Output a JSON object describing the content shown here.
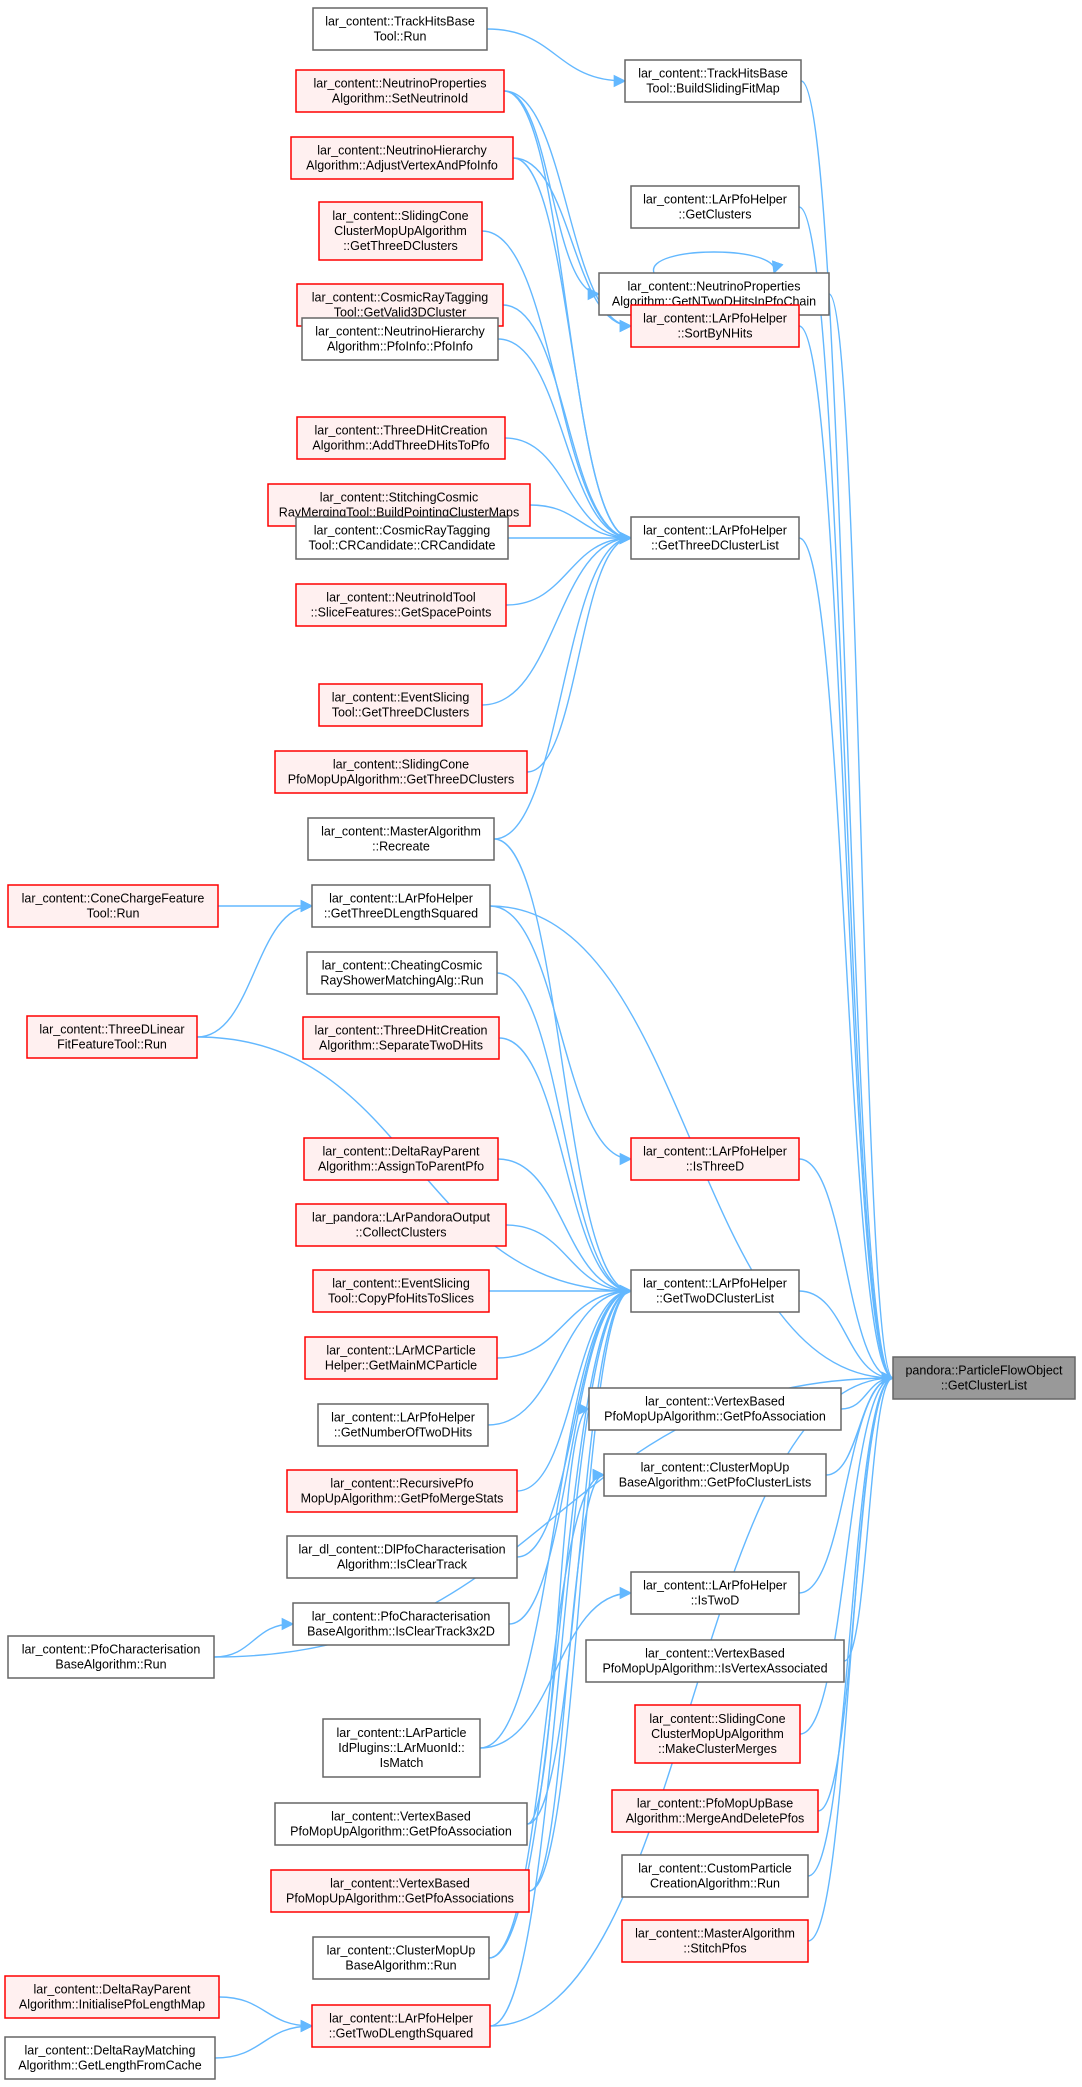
{
  "graph": {
    "colors": {
      "edge": "#63b8ff",
      "node_plain_border": "#666666",
      "node_plain_fill": "#ffffff",
      "node_red_border": "#ff0000",
      "node_red_fill": "#fff0f0",
      "node_target_fill": "#999999",
      "node_target_border": "#666666"
    },
    "nodes": {
      "n_trackhits_run": {
        "lines": [
          "lar_content::TrackHitsBase",
          "Tool::Run"
        ],
        "style": "plain"
      },
      "n_trackhits_bsfm": {
        "lines": [
          "lar_content::TrackHitsBase",
          "Tool::BuildSlidingFitMap"
        ],
        "style": "plain"
      },
      "n_np_setnu": {
        "lines": [
          "lar_content::NeutrinoProperties",
          "Algorithm::SetNeutrinoId"
        ],
        "style": "red"
      },
      "n_nh_adjust": {
        "lines": [
          "lar_content::NeutrinoHierarchy",
          "Algorithm::AdjustVertexAndPfoInfo"
        ],
        "style": "red"
      },
      "n_lapfo_getclusters": {
        "lines": [
          "lar_content::LArPfoHelper",
          "::GetClusters"
        ],
        "style": "plain"
      },
      "n_np_getntwod": {
        "lines": [
          "lar_content::NeutrinoProperties",
          "Algorithm::GetNTwoDHitsInPfoChain"
        ],
        "style": "plain"
      },
      "n_scmu_get3d": {
        "lines": [
          "lar_content::SlidingCone",
          "ClusterMopUpAlgorithm",
          "::GetThreeDClusters"
        ],
        "style": "red"
      },
      "n_lapfo_sortbynhits": {
        "lines": [
          "lar_content::LArPfoHelper",
          "::SortByNHits"
        ],
        "style": "red"
      },
      "n_crt_getvalid": {
        "lines": [
          "lar_content::CosmicRayTagging",
          "Tool::GetValid3DCluster"
        ],
        "style": "red"
      },
      "n_nh_pfoinfo": {
        "lines": [
          "lar_content::NeutrinoHierarchy",
          "Algorithm::PfoInfo::PfoInfo"
        ],
        "style": "plain"
      },
      "n_3dhit_addthree": {
        "lines": [
          "lar_content::ThreeDHitCreation",
          "Algorithm::AddThreeDHitsToPfo"
        ],
        "style": "red"
      },
      "n_stitch_build": {
        "lines": [
          "lar_content::StitchingCosmic",
          "RayMergingTool::BuildPointingClusterMaps"
        ],
        "style": "red"
      },
      "n_lapfo_get3dlist": {
        "lines": [
          "lar_content::LArPfoHelper",
          "::GetThreeDClusterList"
        ],
        "style": "plain"
      },
      "n_crt_crcand": {
        "lines": [
          "lar_content::CosmicRayTagging",
          "Tool::CRCandidate::CRCandidate"
        ],
        "style": "plain"
      },
      "n_nuid_slice": {
        "lines": [
          "lar_content::NeutrinoIdTool",
          "::SliceFeatures::GetSpacePoints"
        ],
        "style": "red"
      },
      "n_evslice_get3d": {
        "lines": [
          "lar_content::EventSlicing",
          "Tool::GetThreeDClusters"
        ],
        "style": "red"
      },
      "n_scpfo_get3d": {
        "lines": [
          "lar_content::SlidingCone",
          "PfoMopUpAlgorithm::GetThreeDClusters"
        ],
        "style": "red"
      },
      "n_master_recreate": {
        "lines": [
          "lar_content::MasterAlgorithm",
          "::Recreate"
        ],
        "style": "plain"
      },
      "n_conecharge_run": {
        "lines": [
          "lar_content::ConeChargeFeature",
          "Tool::Run"
        ],
        "style": "red"
      },
      "n_lapfo_get3dlen": {
        "lines": [
          "lar_content::LArPfoHelper",
          "::GetThreeDLengthSquared"
        ],
        "style": "plain"
      },
      "n_cheating_run": {
        "lines": [
          "lar_content::CheatingCosmic",
          "RayShowerMatchingAlg::Run"
        ],
        "style": "plain"
      },
      "n_3dlinear_run": {
        "lines": [
          "lar_content::ThreeDLinear",
          "FitFeatureTool::Run"
        ],
        "style": "red"
      },
      "n_3dhit_separate": {
        "lines": [
          "lar_content::ThreeDHitCreation",
          "Algorithm::SeparateTwoDHits"
        ],
        "style": "red"
      },
      "n_lapfo_isthreed": {
        "lines": [
          "lar_content::LArPfoHelper",
          "::IsThreeD"
        ],
        "style": "red"
      },
      "n_deltaparent_assign": {
        "lines": [
          "lar_content::DeltaRayParent",
          "Algorithm::AssignToParentPfo"
        ],
        "style": "red"
      },
      "n_lpo_collect": {
        "lines": [
          "lar_pandora::LArPandoraOutput",
          "::CollectClusters"
        ],
        "style": "red"
      },
      "n_lapfo_get2dlist": {
        "lines": [
          "lar_content::LArPfoHelper",
          "::GetTwoDClusterList"
        ],
        "style": "plain"
      },
      "n_evslice_copy": {
        "lines": [
          "lar_content::EventSlicing",
          "Tool::CopyPfoHitsToSlices"
        ],
        "style": "red"
      },
      "n_target": {
        "lines": [
          "pandora::ParticleFlowObject",
          "::GetClusterList"
        ],
        "style": "target"
      },
      "n_lamc_getmain": {
        "lines": [
          "lar_content::LArMCParticle",
          "Helper::GetMainMCParticle"
        ],
        "style": "red"
      },
      "n_vbpfo_getassoc_r": {
        "lines": [
          "lar_content::VertexBased",
          "PfoMopUpAlgorithm::GetPfoAssociation"
        ],
        "style": "plain"
      },
      "n_lapfo_getnum2d": {
        "lines": [
          "lar_content::LArPfoHelper",
          "::GetNumberOfTwoDHits"
        ],
        "style": "plain"
      },
      "n_cmub_getlists": {
        "lines": [
          "lar_content::ClusterMopUp",
          "BaseAlgorithm::GetPfoClusterLists"
        ],
        "style": "plain"
      },
      "n_recursive_stats": {
        "lines": [
          "lar_content::RecursivePfo",
          "MopUpAlgorithm::GetPfoMergeStats"
        ],
        "style": "red"
      },
      "n_dlpfo_isclear": {
        "lines": [
          "lar_dl_content::DlPfoCharacterisation",
          "Algorithm::IsClearTrack"
        ],
        "style": "plain"
      },
      "n_lapfo_istwod": {
        "lines": [
          "lar_content::LArPfoHelper",
          "::IsTwoD"
        ],
        "style": "plain"
      },
      "n_pfochar_isclear3x2": {
        "lines": [
          "lar_content::PfoCharacterisation",
          "BaseAlgorithm::IsClearTrack3x2D"
        ],
        "style": "plain"
      },
      "n_pfochar_run": {
        "lines": [
          "lar_content::PfoCharacterisation",
          "BaseAlgorithm::Run"
        ],
        "style": "plain"
      },
      "n_vbpfo_isvertex": {
        "lines": [
          "lar_content::VertexBased",
          "PfoMopUpAlgorithm::IsVertexAssociated"
        ],
        "style": "plain"
      },
      "n_scmu_make": {
        "lines": [
          "lar_content::SlidingCone",
          "ClusterMopUpAlgorithm",
          "::MakeClusterMerges"
        ],
        "style": "red"
      },
      "n_larpid_ismatch": {
        "lines": [
          "lar_content::LArParticle",
          "IdPlugins::LArMuonId::",
          "IsMatch"
        ],
        "style": "plain"
      },
      "n_pfomub_merge": {
        "lines": [
          "lar_content::PfoMopUpBase",
          "Algorithm::MergeAndDeletePfos"
        ],
        "style": "red"
      },
      "n_vbpfo_getassoc_l": {
        "lines": [
          "lar_content::VertexBased",
          "PfoMopUpAlgorithm::GetPfoAssociation"
        ],
        "style": "plain"
      },
      "n_custom_run": {
        "lines": [
          "lar_content::CustomParticle",
          "CreationAlgorithm::Run"
        ],
        "style": "plain"
      },
      "n_vbpfo_getassocs": {
        "lines": [
          "lar_content::VertexBased",
          "PfoMopUpAlgorithm::GetPfoAssociations"
        ],
        "style": "red"
      },
      "n_master_stitch": {
        "lines": [
          "lar_content::MasterAlgorithm",
          "::StitchPfos"
        ],
        "style": "red"
      },
      "n_cmub_run": {
        "lines": [
          "lar_content::ClusterMopUp",
          "BaseAlgorithm::Run"
        ],
        "style": "plain"
      },
      "n_deltaparent_init": {
        "lines": [
          "lar_content::DeltaRayParent",
          "Algorithm::InitialisePfoLengthMap"
        ],
        "style": "red"
      },
      "n_lapfo_get2dlen": {
        "lines": [
          "lar_content::LArPfoHelper",
          "::GetTwoDLengthSquared"
        ],
        "style": "red"
      },
      "n_deltamatch_cache": {
        "lines": [
          "lar_content::DeltaRayMatching",
          "Algorithm::GetLengthFromCache"
        ],
        "style": "plain"
      }
    },
    "edges": [
      [
        "n_trackhits_run",
        "n_trackhits_bsfm"
      ],
      [
        "n_trackhits_bsfm",
        "n_target"
      ],
      [
        "n_lapfo_getclusters",
        "n_target"
      ],
      [
        "n_np_setnu",
        "n_np_getntwod"
      ],
      [
        "n_np_setnu",
        "n_lapfo_sortbynhits"
      ],
      [
        "n_np_setnu",
        "n_lapfo_get3dlist"
      ],
      [
        "n_nh_adjust",
        "n_lapfo_sortbynhits"
      ],
      [
        "n_nh_adjust",
        "n_lapfo_get3dlist"
      ],
      [
        "n_np_getntwod",
        "n_np_getntwod"
      ],
      [
        "n_np_getntwod",
        "n_target"
      ],
      [
        "n_lapfo_sortbynhits",
        "n_target"
      ],
      [
        "n_scmu_get3d",
        "n_lapfo_get3dlist"
      ],
      [
        "n_crt_getvalid",
        "n_lapfo_get3dlist"
      ],
      [
        "n_nh_pfoinfo",
        "n_lapfo_get3dlist"
      ],
      [
        "n_3dhit_addthree",
        "n_lapfo_get3dlist"
      ],
      [
        "n_stitch_build",
        "n_lapfo_get3dlist"
      ],
      [
        "n_crt_crcand",
        "n_lapfo_get3dlist"
      ],
      [
        "n_nuid_slice",
        "n_lapfo_get3dlist"
      ],
      [
        "n_evslice_get3d",
        "n_lapfo_get3dlist"
      ],
      [
        "n_scpfo_get3d",
        "n_lapfo_get3dlist"
      ],
      [
        "n_master_recreate",
        "n_lapfo_get3dlist"
      ],
      [
        "n_master_recreate",
        "n_lapfo_get2dlist"
      ],
      [
        "n_lapfo_get3dlist",
        "n_target"
      ],
      [
        "n_conecharge_run",
        "n_lapfo_get3dlen"
      ],
      [
        "n_3dlinear_run",
        "n_lapfo_get3dlen"
      ],
      [
        "n_3dlinear_run",
        "n_lapfo_get2dlist"
      ],
      [
        "n_lapfo_get3dlen",
        "n_lapfo_isthreed"
      ],
      [
        "n_lapfo_get3dlen",
        "n_target"
      ],
      [
        "n_cheating_run",
        "n_lapfo_get2dlist"
      ],
      [
        "n_3dhit_separate",
        "n_lapfo_get2dlist"
      ],
      [
        "n_lapfo_isthreed",
        "n_target"
      ],
      [
        "n_deltaparent_assign",
        "n_lapfo_get2dlist"
      ],
      [
        "n_lpo_collect",
        "n_lapfo_get2dlist"
      ],
      [
        "n_evslice_copy",
        "n_lapfo_get2dlist"
      ],
      [
        "n_lamc_getmain",
        "n_lapfo_get2dlist"
      ],
      [
        "n_lapfo_getnum2d",
        "n_lapfo_get2dlist"
      ],
      [
        "n_recursive_stats",
        "n_lapfo_get2dlist"
      ],
      [
        "n_dlpfo_isclear",
        "n_lapfo_get2dlist"
      ],
      [
        "n_pfochar_isclear3x2",
        "n_lapfo_get2dlist"
      ],
      [
        "n_larpid_ismatch",
        "n_lapfo_get2dlist"
      ],
      [
        "n_vbpfo_getassoc_l",
        "n_lapfo_get2dlist"
      ],
      [
        "n_vbpfo_getassocs",
        "n_lapfo_get2dlist"
      ],
      [
        "n_cmub_run",
        "n_lapfo_get2dlist"
      ],
      [
        "n_lapfo_get2dlen",
        "n_lapfo_get2dlist"
      ],
      [
        "n_lapfo_get2dlist",
        "n_target"
      ],
      [
        "n_lapfo_get2dlen",
        "n_target"
      ],
      [
        "n_vbpfo_getassoc_r",
        "n_target"
      ],
      [
        "n_cmub_getlists",
        "n_target"
      ],
      [
        "n_pfochar_run",
        "n_target"
      ],
      [
        "n_pfochar_run",
        "n_pfochar_isclear3x2"
      ],
      [
        "n_lapfo_istwod",
        "n_target"
      ],
      [
        "n_vbpfo_isvertex",
        "n_target"
      ],
      [
        "n_scmu_make",
        "n_target"
      ],
      [
        "n_pfomub_merge",
        "n_target"
      ],
      [
        "n_custom_run",
        "n_target"
      ],
      [
        "n_master_stitch",
        "n_target"
      ],
      [
        "n_vbpfo_getassoc_l",
        "n_vbpfo_getassoc_r"
      ],
      [
        "n_vbpfo_getassocs",
        "n_cmub_getlists"
      ],
      [
        "n_cmub_run",
        "n_cmub_getlists"
      ],
      [
        "n_larpid_ismatch",
        "n_lapfo_istwod"
      ],
      [
        "n_deltaparent_init",
        "n_lapfo_get2dlen"
      ],
      [
        "n_deltamatch_cache",
        "n_lapfo_get2dlen"
      ]
    ]
  }
}
